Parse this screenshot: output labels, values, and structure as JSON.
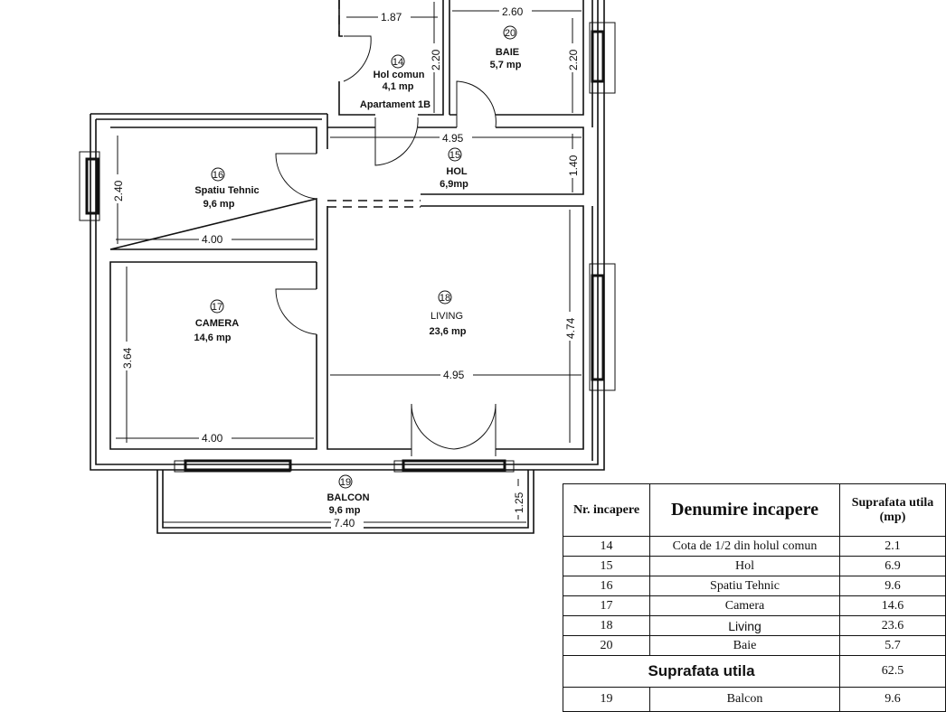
{
  "rooms": [
    {
      "num": "14",
      "name": "Hol comun",
      "area": "4,1 mp",
      "note": "Apartament 1B"
    },
    {
      "num": "20",
      "name": "BAIE",
      "area": "5,7 mp"
    },
    {
      "num": "15",
      "name": "HOL",
      "area": "6,9mp"
    },
    {
      "num": "16",
      "name": "Spatiu Tehnic",
      "area": "9,6 mp"
    },
    {
      "num": "17",
      "name": "CAMERA",
      "area": "14,6 mp"
    },
    {
      "num": "18",
      "name": "LIVING",
      "area": "23,6 mp"
    },
    {
      "num": "19",
      "name": "BALCON",
      "area": "9,6 mp"
    }
  ],
  "dimensions": {
    "hol_comun_width": "1.87",
    "hol_comun_height": "2.20",
    "baie_width": "2.60",
    "baie_height": "2.20",
    "hol_width": "4.95",
    "hol_height": "1.40",
    "tehnic_height": "2.40",
    "tehnic_width": "4.00",
    "camera_height": "3.64",
    "camera_width": "4.00",
    "living_width": "4.95",
    "living_height": "4.74",
    "balcon_width": "7.40",
    "balcon_height": "1.25"
  },
  "table": {
    "headers": [
      "Nr. incapere",
      "Denumire incapere",
      "Suprafata utila (mp)"
    ],
    "rows": [
      {
        "nr": "14",
        "name": "Cota de 1/2  din holul comun",
        "area": "2.1"
      },
      {
        "nr": "15",
        "name": "Hol",
        "area": "6.9"
      },
      {
        "nr": "16",
        "name": "Spatiu Tehnic",
        "area": "9.6"
      },
      {
        "nr": "17",
        "name": "Camera",
        "area": "14.6"
      },
      {
        "nr": "18",
        "name": "Living",
        "area": "23.6"
      },
      {
        "nr": "20",
        "name": "Baie",
        "area": "5.7"
      }
    ],
    "total_label": "Suprafata utila",
    "total_value": "62.5",
    "extra": {
      "nr": "19",
      "name": "Balcon",
      "area": "9.6"
    }
  }
}
